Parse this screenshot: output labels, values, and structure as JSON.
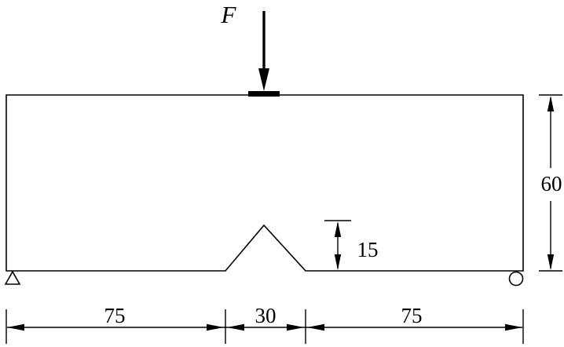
{
  "diagram": {
    "type": "three-point-bend-notched-beam-mechanics-diagram",
    "force_label": "F",
    "dimensions": {
      "beam_height": "60",
      "notch_height": "15",
      "left_span": "75",
      "notch_width": "30",
      "right_span": "75"
    },
    "colors": {
      "line": "#000000",
      "background": "#ffffff"
    }
  }
}
